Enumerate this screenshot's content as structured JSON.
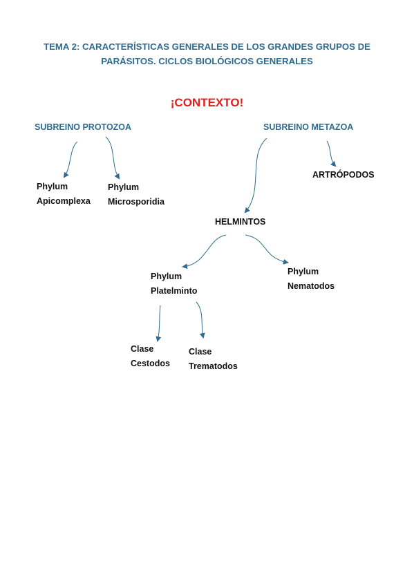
{
  "document": {
    "title_line1": "TEMA 2: CARACTERÍSTICAS GENERALES DE LOS GRANDES GRUPOS DE",
    "title_line2": "PARÁSITOS. CICLOS BIOLÓGICOS GENERALES",
    "section_heading": "¡CONTEXTO!"
  },
  "diagram": {
    "protozoa": {
      "label": "SUBREINO PROTOZOA",
      "children": [
        {
          "line1": "Phylum",
          "line2": "Apicomplexa"
        },
        {
          "line1": "Phylum",
          "line2": "Microsporidia"
        }
      ]
    },
    "metazoa": {
      "label": "SUBREINO METAZOA",
      "artropodos": "ARTRÓPODOS",
      "helmintos": "HELMINTOS",
      "platelminto": {
        "line1": "Phylum",
        "line2": "Platelminto"
      },
      "nematodos": {
        "line1": "Phylum",
        "line2": "Nematodos"
      },
      "cestodos": {
        "line1": "Clase",
        "line2": "Cestodos"
      },
      "trematodos": {
        "line1": "Clase",
        "line2": "Trematodos"
      }
    },
    "arrow_color": "#2e6b8f",
    "heading_color": "#2e6b8f",
    "accent_color": "#e0201c"
  }
}
